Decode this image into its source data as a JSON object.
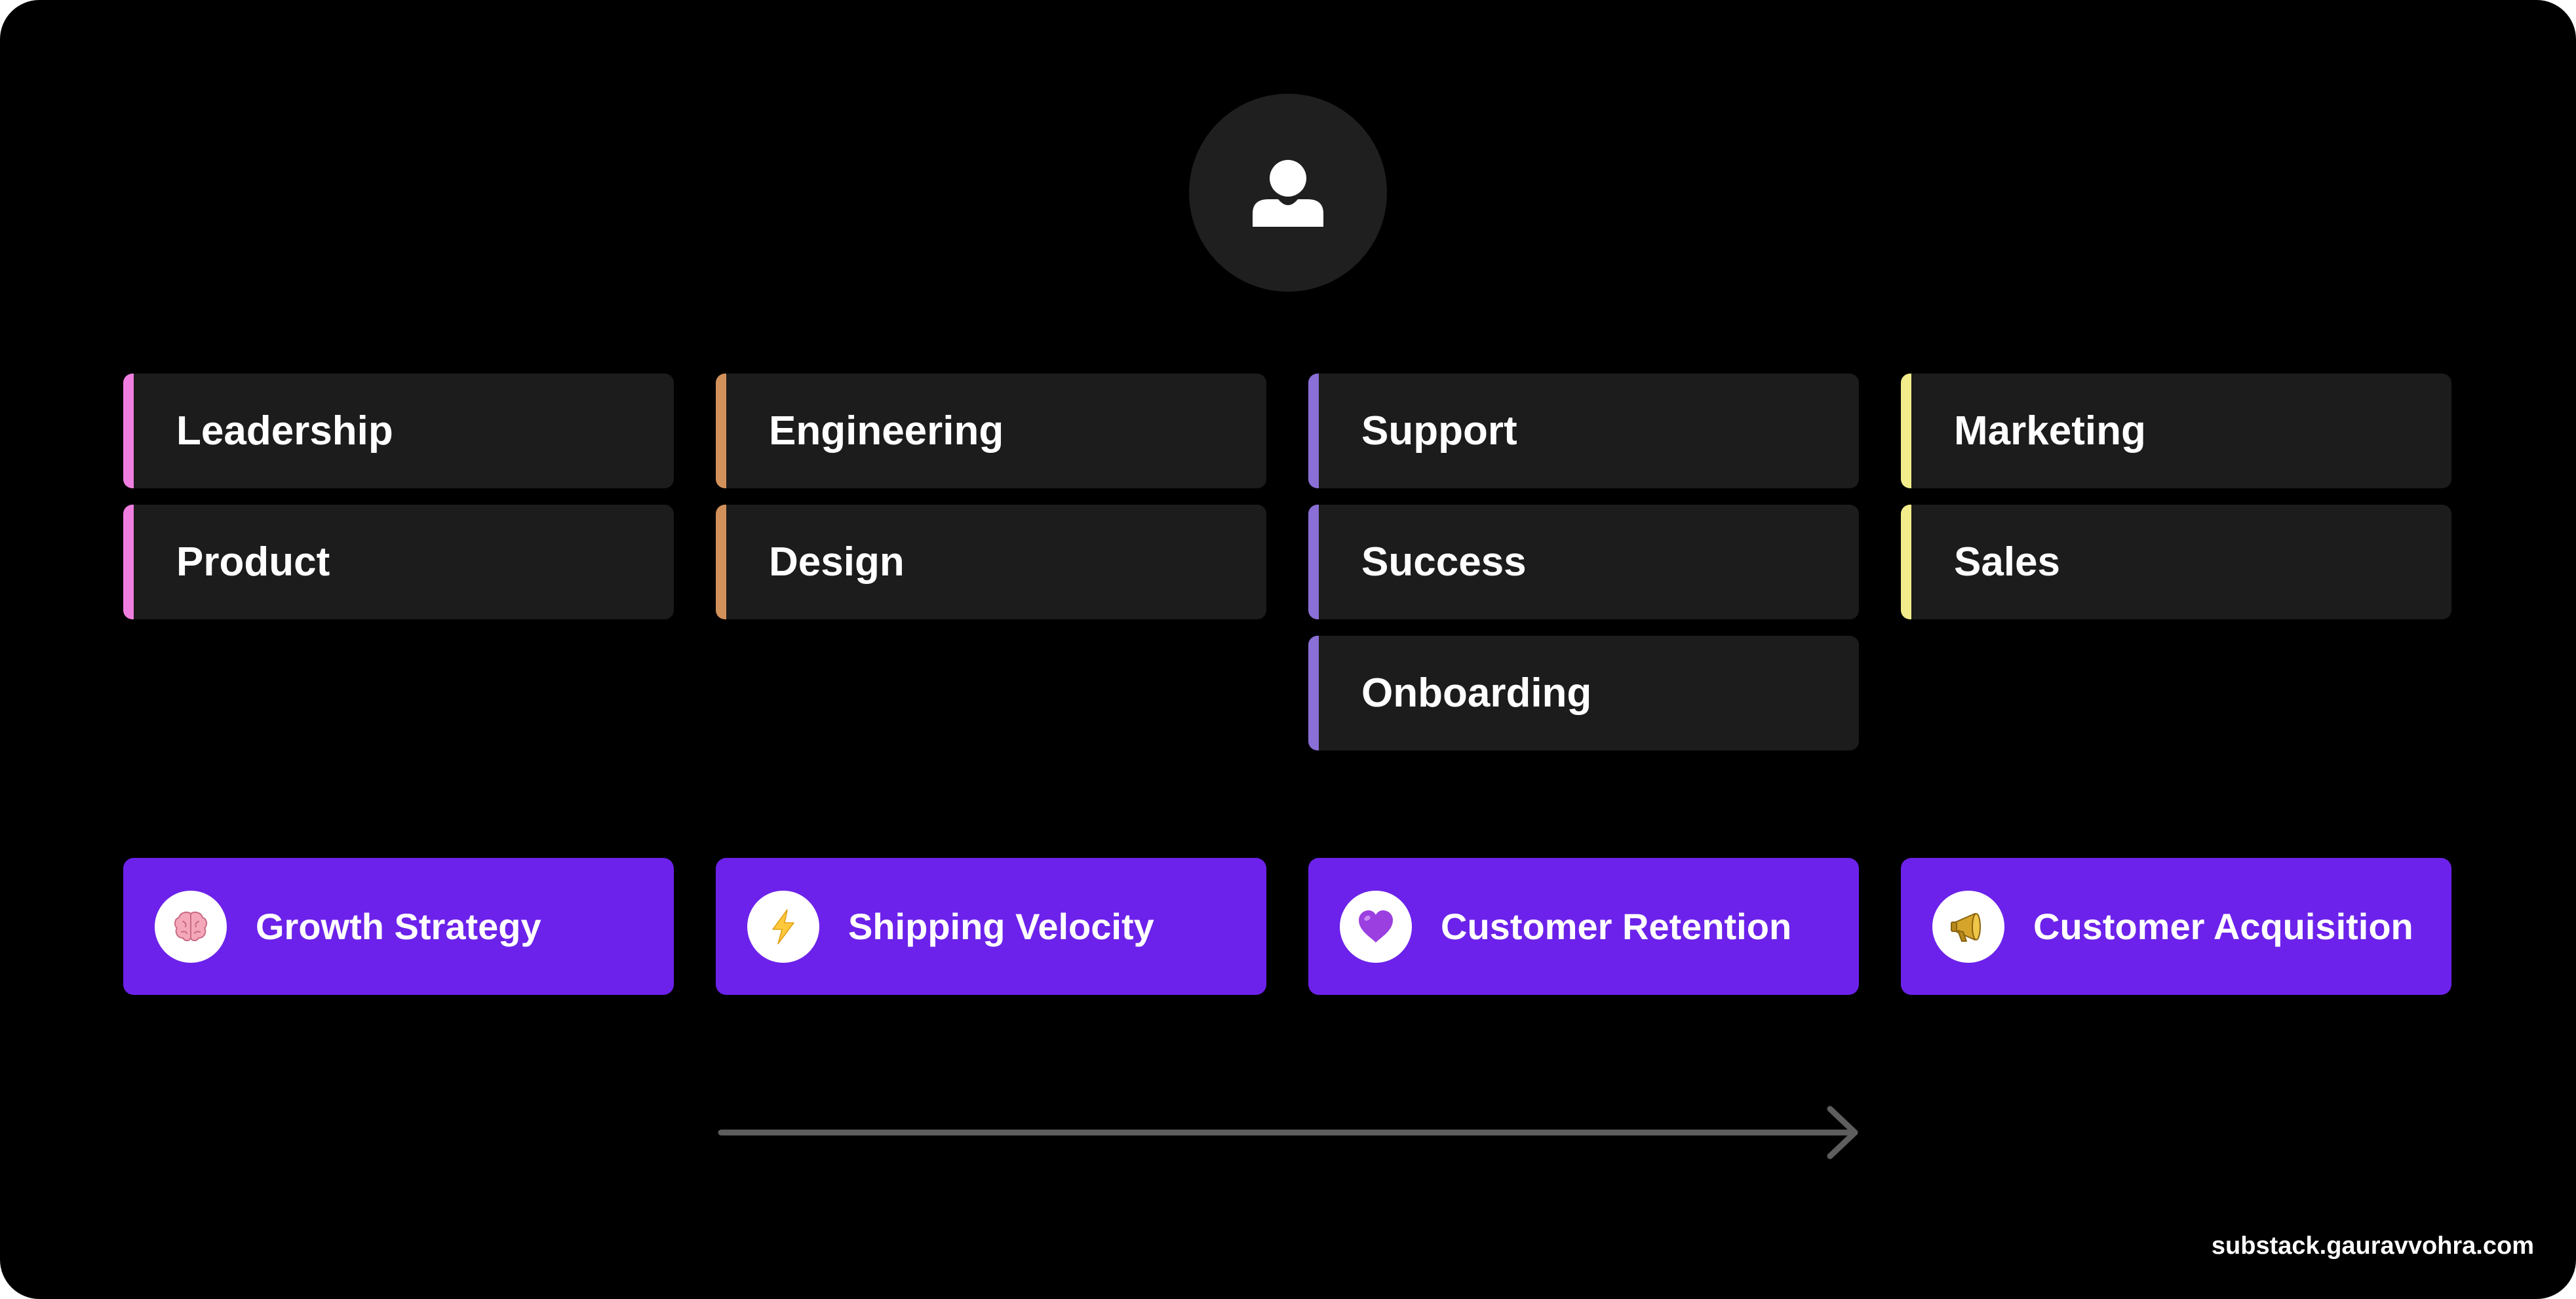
{
  "colors": {
    "background": "#000000",
    "card": "#1c1c1c",
    "goal": "#6c22ea",
    "leadership_product": "#f07ee0",
    "engineering_design": "#d2905a",
    "support_group": "#8a6fd6",
    "marketing_sales": "#f2ec8a",
    "arrow": "#5e5e5e"
  },
  "avatar": {
    "icon": "person-icon"
  },
  "columns": [
    {
      "teams": [
        "Leadership",
        "Product"
      ],
      "goal": {
        "label": "Growth Strategy",
        "icon": "brain-icon"
      }
    },
    {
      "teams": [
        "Engineering",
        "Design"
      ],
      "goal": {
        "label": "Shipping Velocity",
        "icon": "lightning-icon"
      }
    },
    {
      "teams": [
        "Support",
        "Success",
        "Onboarding"
      ],
      "goal": {
        "label": "Customer Retention",
        "icon": "purple-heart-icon"
      }
    },
    {
      "teams": [
        "Marketing",
        "Sales"
      ],
      "goal": {
        "label": "Customer Acquisition",
        "icon": "megaphone-icon"
      }
    }
  ],
  "footer": {
    "credit": "substack.gauravvohra.com"
  }
}
